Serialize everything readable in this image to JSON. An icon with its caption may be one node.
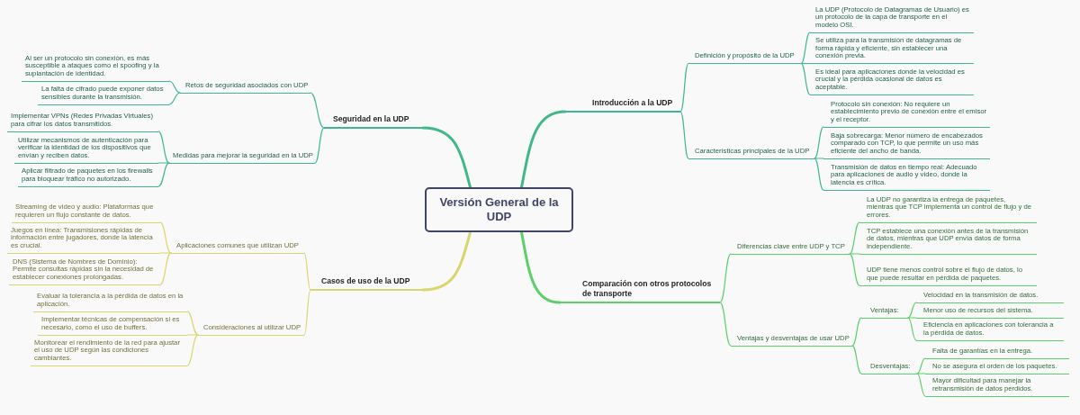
{
  "diagram": {
    "nodes": [
      {
        "text": [
          "Versión General de la UDP"
        ]
      },
      {
        "text": [
          "Introducción a la UDP"
        ]
      },
      {
        "text": [
          "Definición y propósito de la UDP"
        ]
      },
      {
        "text": [
          "La UDP (Protocolo de Datagramas de Usuario) es un protocolo de la capa de transporte en el modelo OSI."
        ]
      },
      {
        "text": [
          "Se utiliza para la transmisión de datagramas de forma rápida y eficiente, sin establecer una conexión previa."
        ]
      },
      {
        "text": [
          "Es ideal para aplicaciones donde la velocidad es crucial y la pérdida ocasional de datos es aceptable."
        ]
      },
      {
        "text": [
          "Características principales de la UDP"
        ]
      },
      {
        "text": [
          "Protocolo sin conexión: No requiere un establecimiento previo de conexión entre el emisor y el receptor."
        ]
      },
      {
        "text": [
          "Baja sobrecarga: Menor número de encabezados comparado con TCP, lo que permite un uso más eficiente del ancho de banda."
        ]
      },
      {
        "text": [
          "Transmisión de datos en tiempo real: Adecuado para aplicaciones de audio y video, donde la latencia es crítica."
        ]
      },
      {
        "text": [
          "Comparación con otros protocolos de transporte"
        ]
      },
      {
        "text": [
          "Diferencias clave entre UDP y TCP"
        ]
      },
      {
        "text": [
          "La UDP no garantiza la entrega de paquetes, mientras que TCP implementa un control de flujo y de errores."
        ]
      },
      {
        "text": [
          "TCP establece una conexión antes de la transmisión de datos, mientras que UDP envía datos de forma independiente."
        ]
      },
      {
        "text": [
          "UDP tiene menos control sobre el flujo de datos, lo que puede resultar en pérdida de paquetes."
        ]
      },
      {
        "text": [
          "Ventajas y desventajas de usar UDP"
        ]
      },
      {
        "text": [
          "Ventajas:"
        ]
      },
      {
        "text": [
          "Velocidad en la transmisión de datos."
        ]
      },
      {
        "text": [
          "Menor uso de recursos del sistema."
        ]
      },
      {
        "text": [
          "Eficiencia en aplicaciones con tolerancia a la pérdida de datos."
        ]
      },
      {
        "text": [
          "Desventajas:"
        ]
      },
      {
        "text": [
          "Falta de garantías en la entrega."
        ]
      },
      {
        "text": [
          "No se asegura el orden de los paquetes."
        ]
      },
      {
        "text": [
          "Mayor dificultad para manejar la retransmisión de datos perdidos."
        ]
      },
      {
        "text": [
          "Seguridad en la UDP"
        ]
      },
      {
        "text": [
          "Retos de seguridad asociados con UDP"
        ]
      },
      {
        "text": [
          "Al ser un protocolo sin conexión, es más susceptible a ataques como el spoofing y la suplantación de identidad."
        ]
      },
      {
        "text": [
          "La falta de cifrado puede exponer datos sensibles durante la transmisión."
        ]
      },
      {
        "text": [
          "Medidas para mejorar la seguridad en la UDP"
        ]
      },
      {
        "text": [
          "Implementar VPNs (Redes Privadas Virtuales) para cifrar los datos transmitidos."
        ]
      },
      {
        "text": [
          "Utilizar mecanismos de autenticación para verificar la identidad de los dispositivos que envían y reciben datos."
        ]
      },
      {
        "text": [
          "Aplicar filtrado de paquetes en los firewalls para bloquear tráfico no autorizado."
        ]
      },
      {
        "text": [
          "Casos de uso de la UDP"
        ]
      },
      {
        "text": [
          "Aplicaciones comunes que utilizan UDP"
        ]
      },
      {
        "text": [
          "Streaming de video y audio: Plataformas que requieren un flujo constante de datos."
        ]
      },
      {
        "text": [
          "Juegos en línea: Transmisiones rápidas de información entre jugadores, donde la latencia es crucial."
        ]
      },
      {
        "text": [
          "DNS (Sistema de Nombres de Dominio): Permite consultas rápidas sin la necesidad de establecer conexiones prolongadas."
        ]
      },
      {
        "text": [
          "Consideraciones al utilizar UDP"
        ]
      },
      {
        "text": [
          "Evaluar la tolerancia a la pérdida de datos en la aplicación."
        ]
      },
      {
        "text": [
          "Implementar técnicas de compensación si es necesario, como el uso de buffers."
        ]
      },
      {
        "text": [
          "Monitorear el rendimiento de la red para ajustar el uso de UDP según las condiciones cambiantes."
        ]
      }
    ],
    "edges": [
      {
        "from": 0,
        "to": 1,
        "arrow": "none",
        "style": "thick"
      },
      {
        "from": 1,
        "to": 2,
        "arrow": "none"
      },
      {
        "from": 2,
        "to": 3,
        "arrow": "none"
      },
      {
        "from": 2,
        "to": 4,
        "arrow": "none"
      },
      {
        "from": 2,
        "to": 5,
        "arrow": "none"
      },
      {
        "from": 1,
        "to": 6,
        "arrow": "none"
      },
      {
        "from": 6,
        "to": 7,
        "arrow": "none"
      },
      {
        "from": 6,
        "to": 8,
        "arrow": "none"
      },
      {
        "from": 6,
        "to": 9,
        "arrow": "none"
      },
      {
        "from": 0,
        "to": 10,
        "arrow": "none",
        "style": "thick",
        "color": "#5bcf69"
      },
      {
        "from": 10,
        "to": 11,
        "arrow": "none",
        "color": "#5bcf69"
      },
      {
        "from": 11,
        "to": 12,
        "arrow": "none",
        "color": "#5bcf69"
      },
      {
        "from": 11,
        "to": 13,
        "arrow": "none",
        "color": "#5bcf69"
      },
      {
        "from": 11,
        "to": 14,
        "arrow": "none",
        "color": "#5bcf69"
      },
      {
        "from": 10,
        "to": 15,
        "arrow": "none",
        "color": "#5bcf69"
      },
      {
        "from": 15,
        "to": 16,
        "arrow": "none",
        "color": "#5bcf69"
      },
      {
        "from": 16,
        "to": 17,
        "arrow": "none",
        "color": "#5bcf69"
      },
      {
        "from": 16,
        "to": 18,
        "arrow": "none",
        "color": "#5bcf69"
      },
      {
        "from": 16,
        "to": 19,
        "arrow": "none",
        "color": "#5bcf69"
      },
      {
        "from": 15,
        "to": 20,
        "arrow": "none",
        "color": "#5bcf69"
      },
      {
        "from": 20,
        "to": 21,
        "arrow": "none",
        "color": "#5bcf69"
      },
      {
        "from": 20,
        "to": 22,
        "arrow": "none",
        "color": "#5bcf69"
      },
      {
        "from": 20,
        "to": 23,
        "arrow": "none",
        "color": "#5bcf69"
      },
      {
        "from": 0,
        "to": 24,
        "arrow": "none",
        "style": "thick"
      },
      {
        "from": 24,
        "to": 25,
        "arrow": "none"
      },
      {
        "from": 25,
        "to": 26,
        "arrow": "none"
      },
      {
        "from": 25,
        "to": 27,
        "arrow": "none"
      },
      {
        "from": 24,
        "to": 28,
        "arrow": "none"
      },
      {
        "from": 28,
        "to": 29,
        "arrow": "none"
      },
      {
        "from": 28,
        "to": 30,
        "arrow": "none"
      },
      {
        "from": 28,
        "to": 31,
        "arrow": "none"
      },
      {
        "from": 0,
        "to": 32,
        "arrow": "none",
        "style": "thick",
        "color": "#d7d66f"
      },
      {
        "from": 32,
        "to": 33,
        "arrow": "none",
        "color": "#d7d66f"
      },
      {
        "from": 33,
        "to": 34,
        "arrow": "none",
        "color": "#d7d66f"
      },
      {
        "from": 33,
        "to": 35,
        "arrow": "none",
        "color": "#d7d66f"
      },
      {
        "from": 33,
        "to": 36,
        "arrow": "none",
        "color": "#d7d66f"
      },
      {
        "from": 32,
        "to": 37,
        "arrow": "none",
        "color": "#d7d66f"
      },
      {
        "from": 37,
        "to": 38,
        "arrow": "none",
        "color": "#d7d66f"
      },
      {
        "from": 37,
        "to": 39,
        "arrow": "none",
        "color": "#d7d66f"
      },
      {
        "from": 37,
        "to": 40,
        "arrow": "none",
        "color": "#d7d66f"
      }
    ]
  }
}
